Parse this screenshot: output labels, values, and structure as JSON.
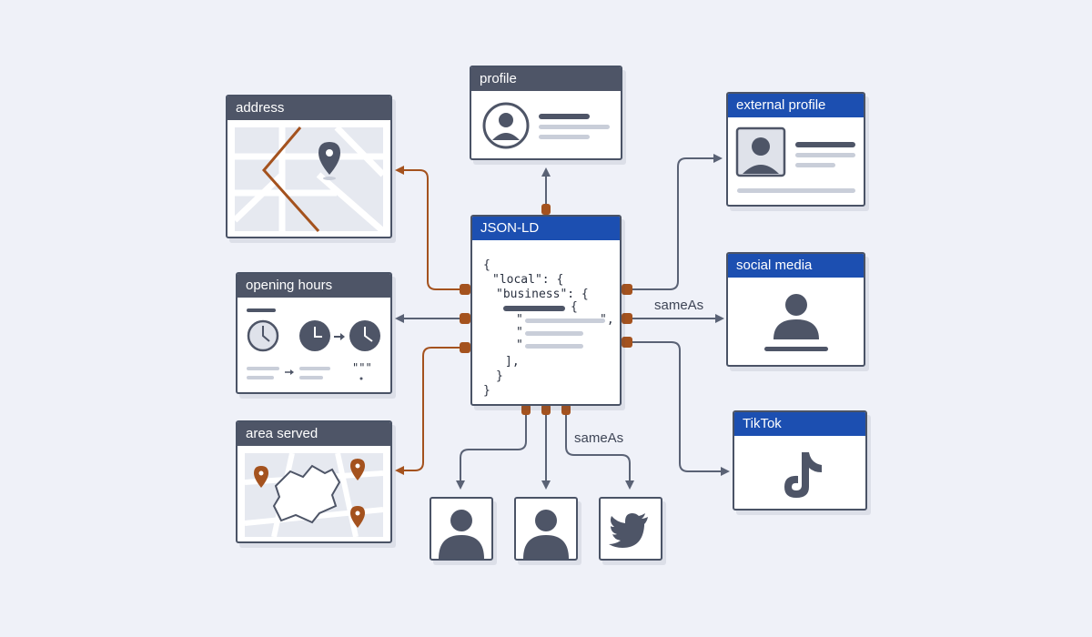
{
  "nodes": {
    "profile": {
      "title": "profile"
    },
    "address": {
      "title": "address"
    },
    "external_profile": {
      "title": "external profile"
    },
    "jsonld": {
      "title": "JSON-LD",
      "code": {
        "line1": "{",
        "line2": "\"local\": {",
        "line3": "\"business\": {",
        "line4": "{",
        "line5a": "\"",
        "line5b": "\",",
        "line6": "\"",
        "line7": "\"",
        "line8": "],",
        "line9": "}",
        "line10": "}"
      }
    },
    "opening_hours": {
      "title": "opening hours",
      "dots": "\"\"\""
    },
    "social_media": {
      "title": "social media"
    },
    "area_served": {
      "title": "area served"
    },
    "tiktok": {
      "title": "TikTok"
    }
  },
  "edges": {
    "same_as_right": "sameAs",
    "same_as_bottom": "sameAs"
  },
  "colors": {
    "header_dark": "#4e5567",
    "header_blue": "#1c4fb1",
    "border": "#4a5366",
    "connector_orange": "#a4521e",
    "connector_gray": "#5a6275",
    "placeholder": "#c9ced9",
    "background": "#eff1f8"
  },
  "icons": {
    "profile": "avatar-icon",
    "address": "map-pin-icon",
    "external_profile": "id-photo-icon",
    "opening_hours": "clock-icon",
    "social_media": "person-icon",
    "area_served": "region-map-icon",
    "tiktok": "tiktok-icon",
    "bottom": [
      "person-icon",
      "person-icon",
      "twitter-bird-icon"
    ]
  }
}
